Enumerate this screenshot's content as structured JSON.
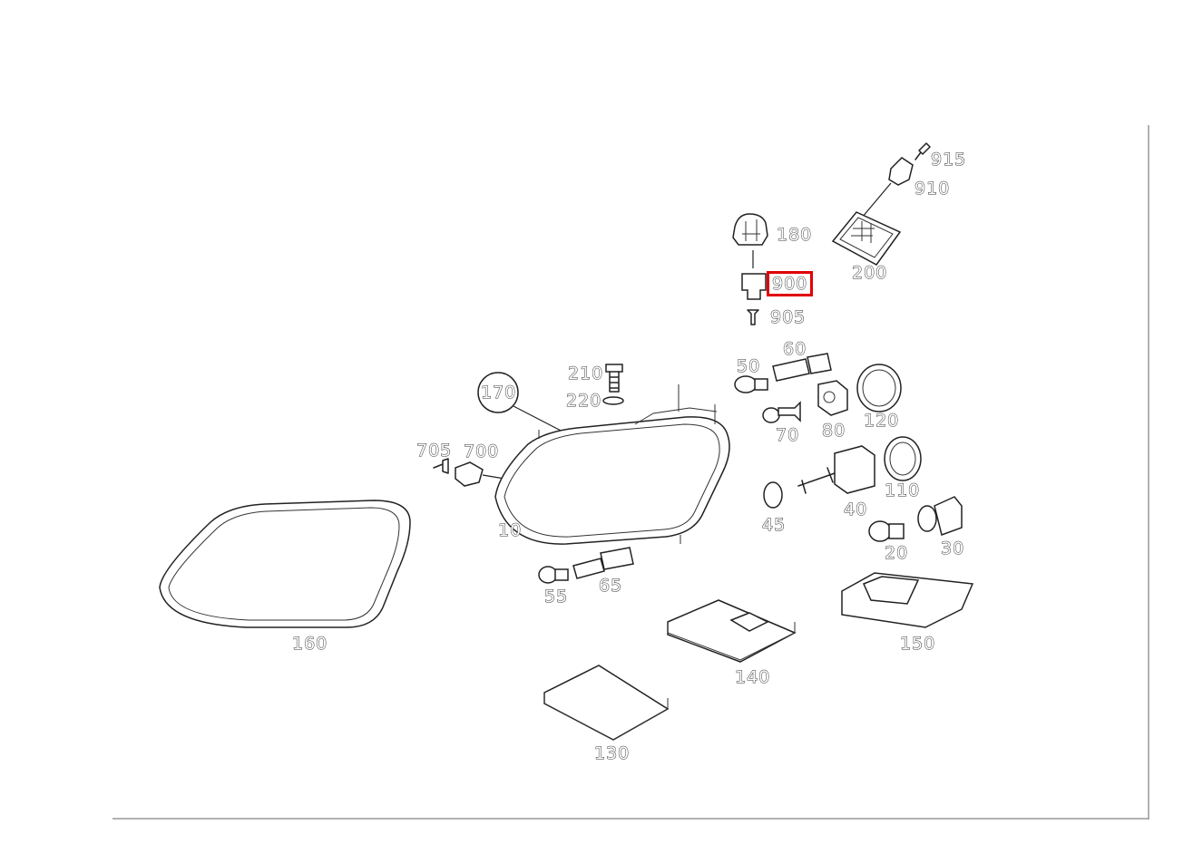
{
  "diagram": {
    "highlight_color": "#e00000",
    "callouts": [
      {
        "id": "915",
        "label": "915"
      },
      {
        "id": "910",
        "label": "910"
      },
      {
        "id": "180",
        "label": "180"
      },
      {
        "id": "200",
        "label": "200"
      },
      {
        "id": "900",
        "label": "900",
        "highlighted": true
      },
      {
        "id": "905",
        "label": "905"
      },
      {
        "id": "60",
        "label": "60"
      },
      {
        "id": "50",
        "label": "50"
      },
      {
        "id": "210",
        "label": "210"
      },
      {
        "id": "220",
        "label": "220"
      },
      {
        "id": "170",
        "label": "170"
      },
      {
        "id": "120",
        "label": "120"
      },
      {
        "id": "70",
        "label": "70"
      },
      {
        "id": "80",
        "label": "80"
      },
      {
        "id": "705",
        "label": "705"
      },
      {
        "id": "700",
        "label": "700"
      },
      {
        "id": "110",
        "label": "110"
      },
      {
        "id": "40",
        "label": "40"
      },
      {
        "id": "10",
        "label": "10"
      },
      {
        "id": "45",
        "label": "45"
      },
      {
        "id": "20",
        "label": "20"
      },
      {
        "id": "30",
        "label": "30"
      },
      {
        "id": "55",
        "label": "55"
      },
      {
        "id": "65",
        "label": "65"
      },
      {
        "id": "160",
        "label": "160"
      },
      {
        "id": "150",
        "label": "150"
      },
      {
        "id": "140",
        "label": "140"
      },
      {
        "id": "130",
        "label": "130"
      }
    ]
  }
}
